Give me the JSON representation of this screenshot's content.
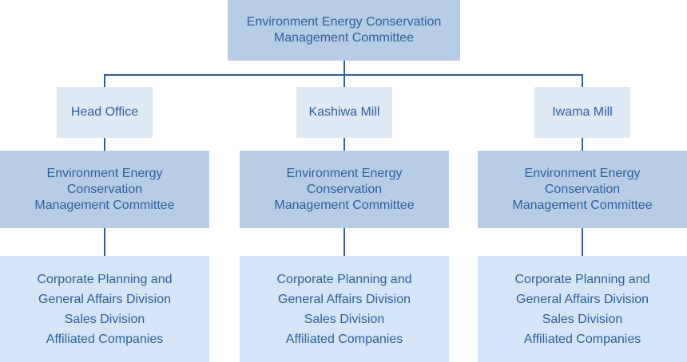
{
  "top_committee": {
    "lines": [
      "Environment Energy Conservation",
      "Management Committee"
    ]
  },
  "branches": [
    {
      "site": "Head Office",
      "committee_lines": [
        "Environment Energy",
        "Conservation",
        "Management Committee"
      ],
      "division_lines": [
        "Corporate Planning and",
        "General Affairs Division",
        "Sales Division",
        "Affiliated Companies"
      ]
    },
    {
      "site": "Kashiwa Mill",
      "committee_lines": [
        "Environment Energy",
        "Conservation",
        "Management Committee"
      ],
      "division_lines": [
        "Corporate Planning and",
        "General Affairs Division",
        "Sales Division",
        "Affiliated Companies"
      ]
    },
    {
      "site": "Iwama Mill",
      "committee_lines": [
        "Environment Energy",
        "Conservation",
        "Management Committee"
      ],
      "division_lines": [
        "Corporate Planning and",
        "General Affairs Division",
        "Sales Division",
        "Affiliated Companies"
      ]
    }
  ],
  "colors": {
    "text": "#2f5d99",
    "line": "#2f5d99",
    "top_box": "#b7cde6",
    "site_box": "#dde9f5",
    "division_box": "#d3e5f6"
  }
}
